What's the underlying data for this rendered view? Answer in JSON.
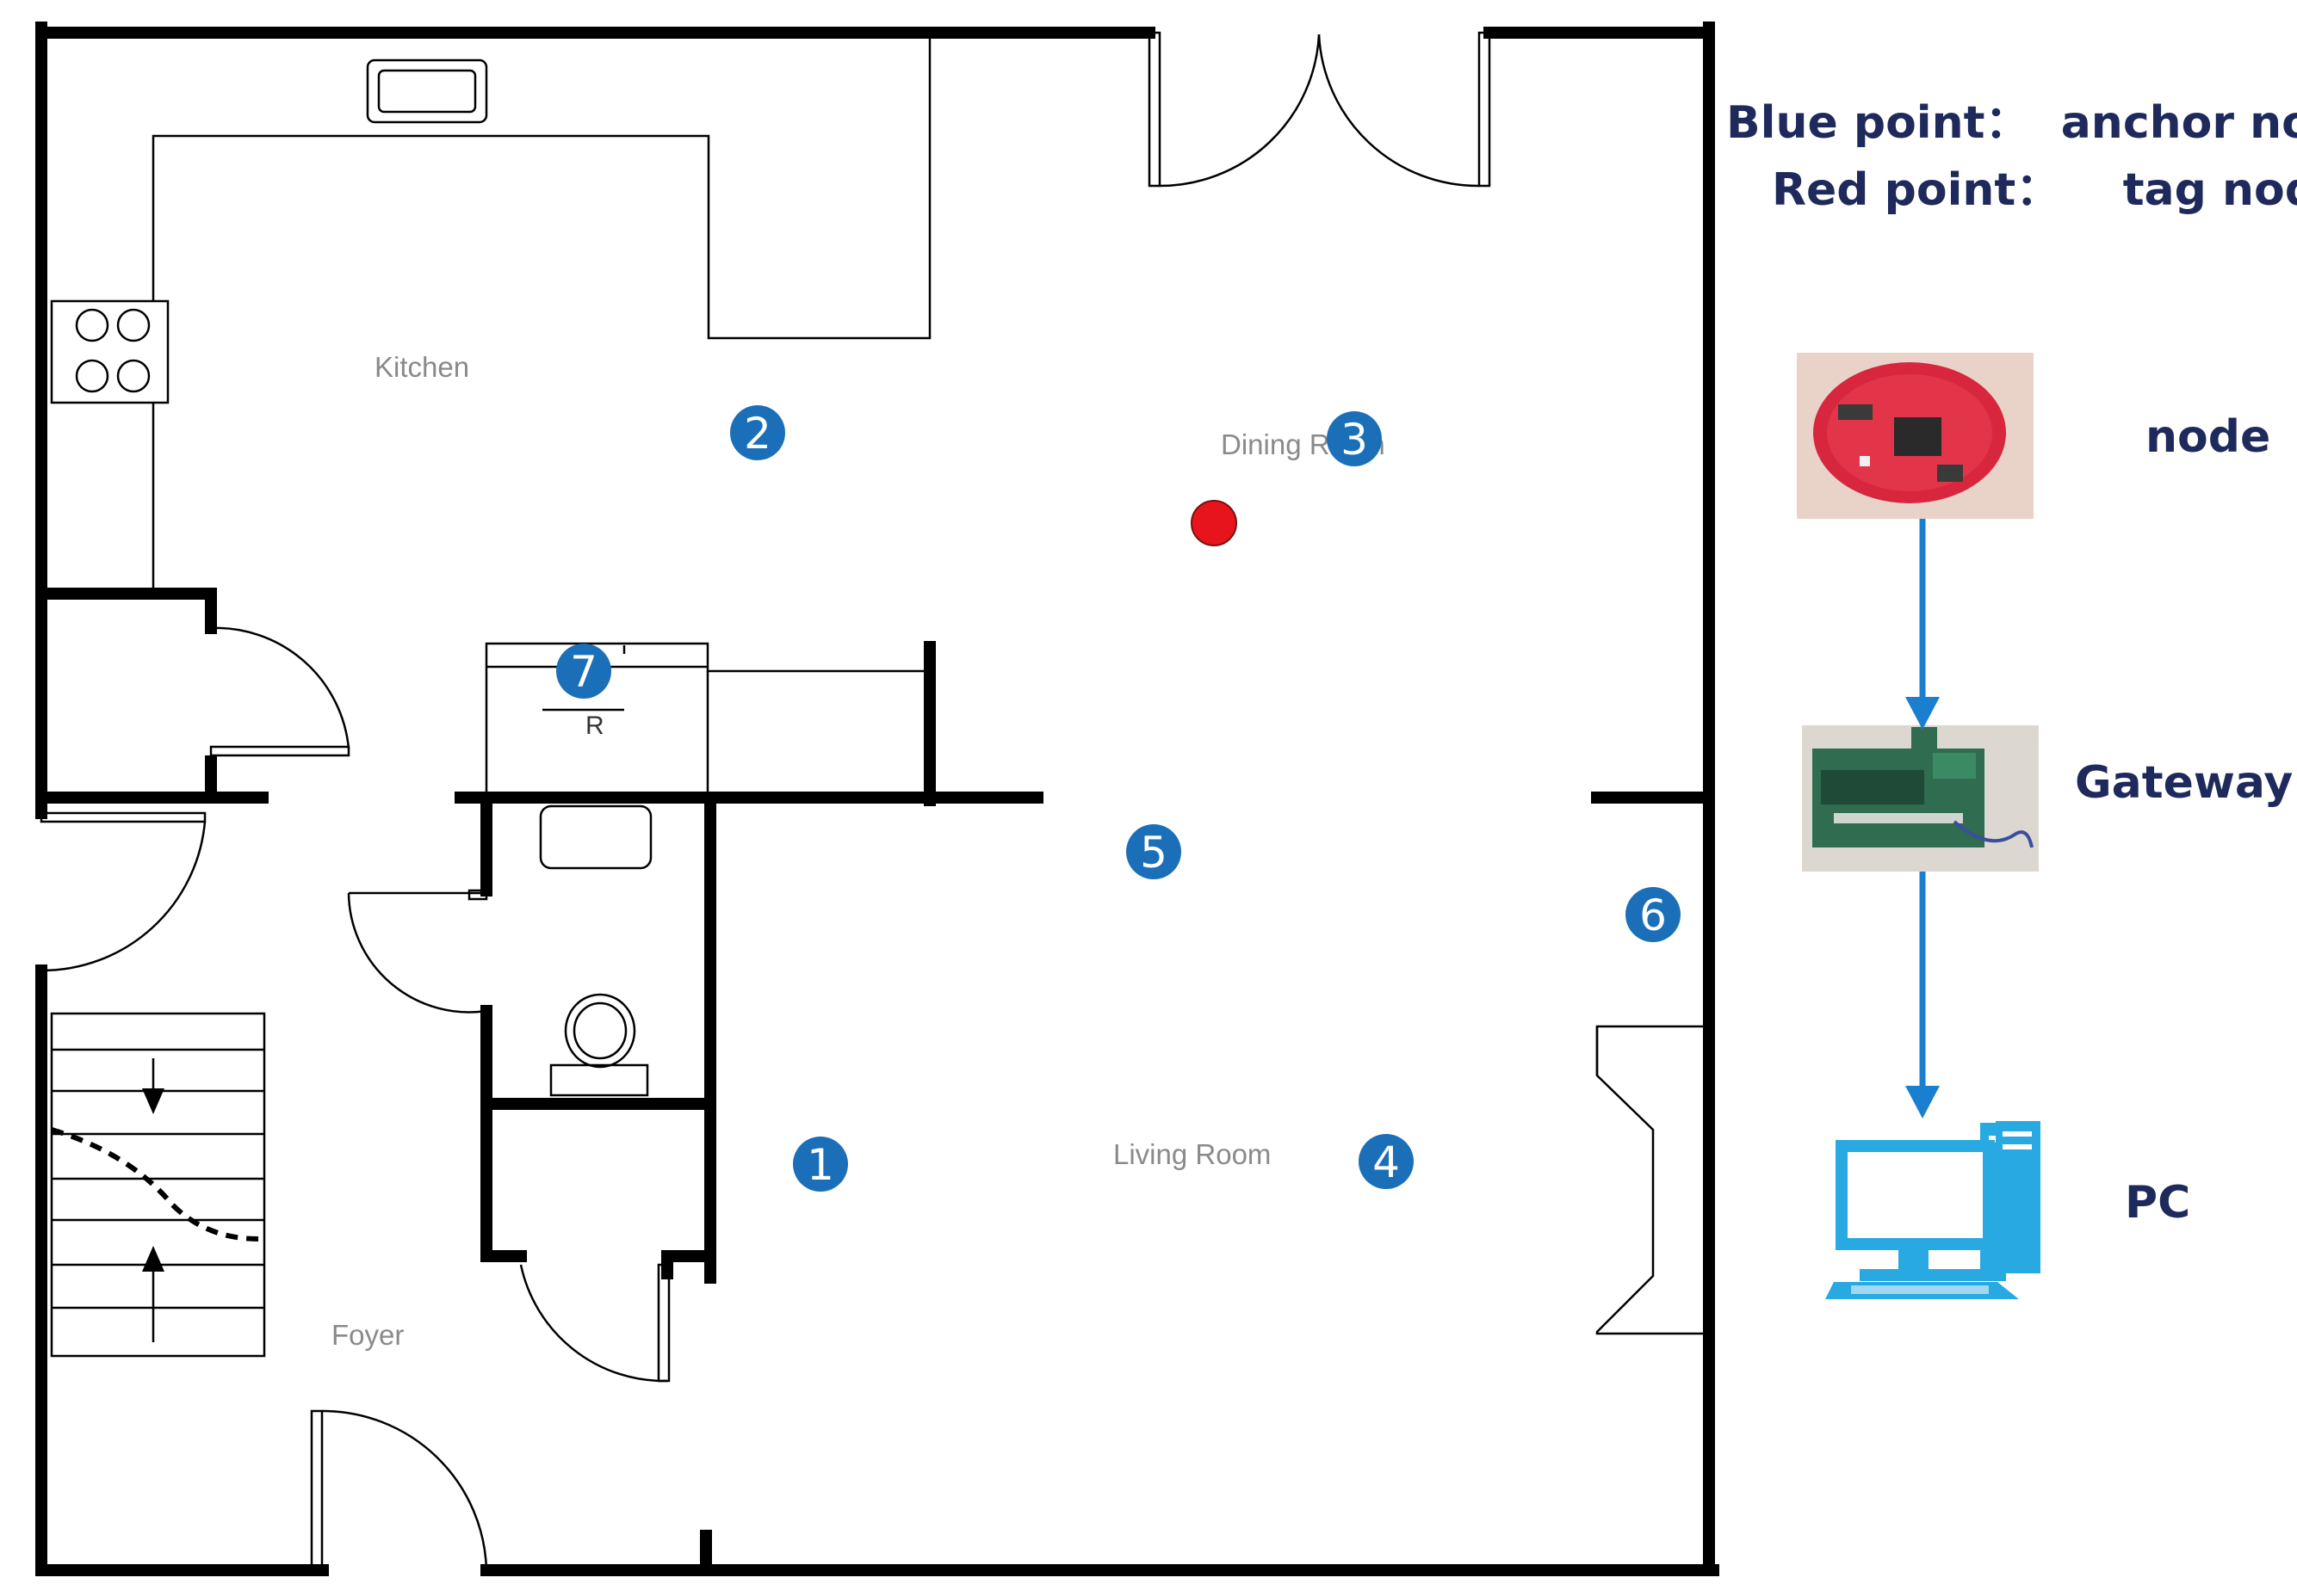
{
  "legend": {
    "blue_line": "Blue point：  anchor node",
    "red_line": "Red point：    tag node"
  },
  "rooms": {
    "kitchen": "Kitchen",
    "dining": "Dining Room",
    "living": "Living Room",
    "foyer": "Foyer",
    "fridge": "R"
  },
  "anchors": [
    "1",
    "2",
    "3",
    "4",
    "5",
    "6",
    "7"
  ],
  "pipeline": {
    "node": "node",
    "gateway": "Gateway",
    "pc": "PC"
  },
  "colors": {
    "anchor": "#1b6fb8",
    "tag": "#e8141b",
    "arrow": "#1b7fcf",
    "pc": "#28a9e1",
    "text": "#1f2a5c"
  }
}
